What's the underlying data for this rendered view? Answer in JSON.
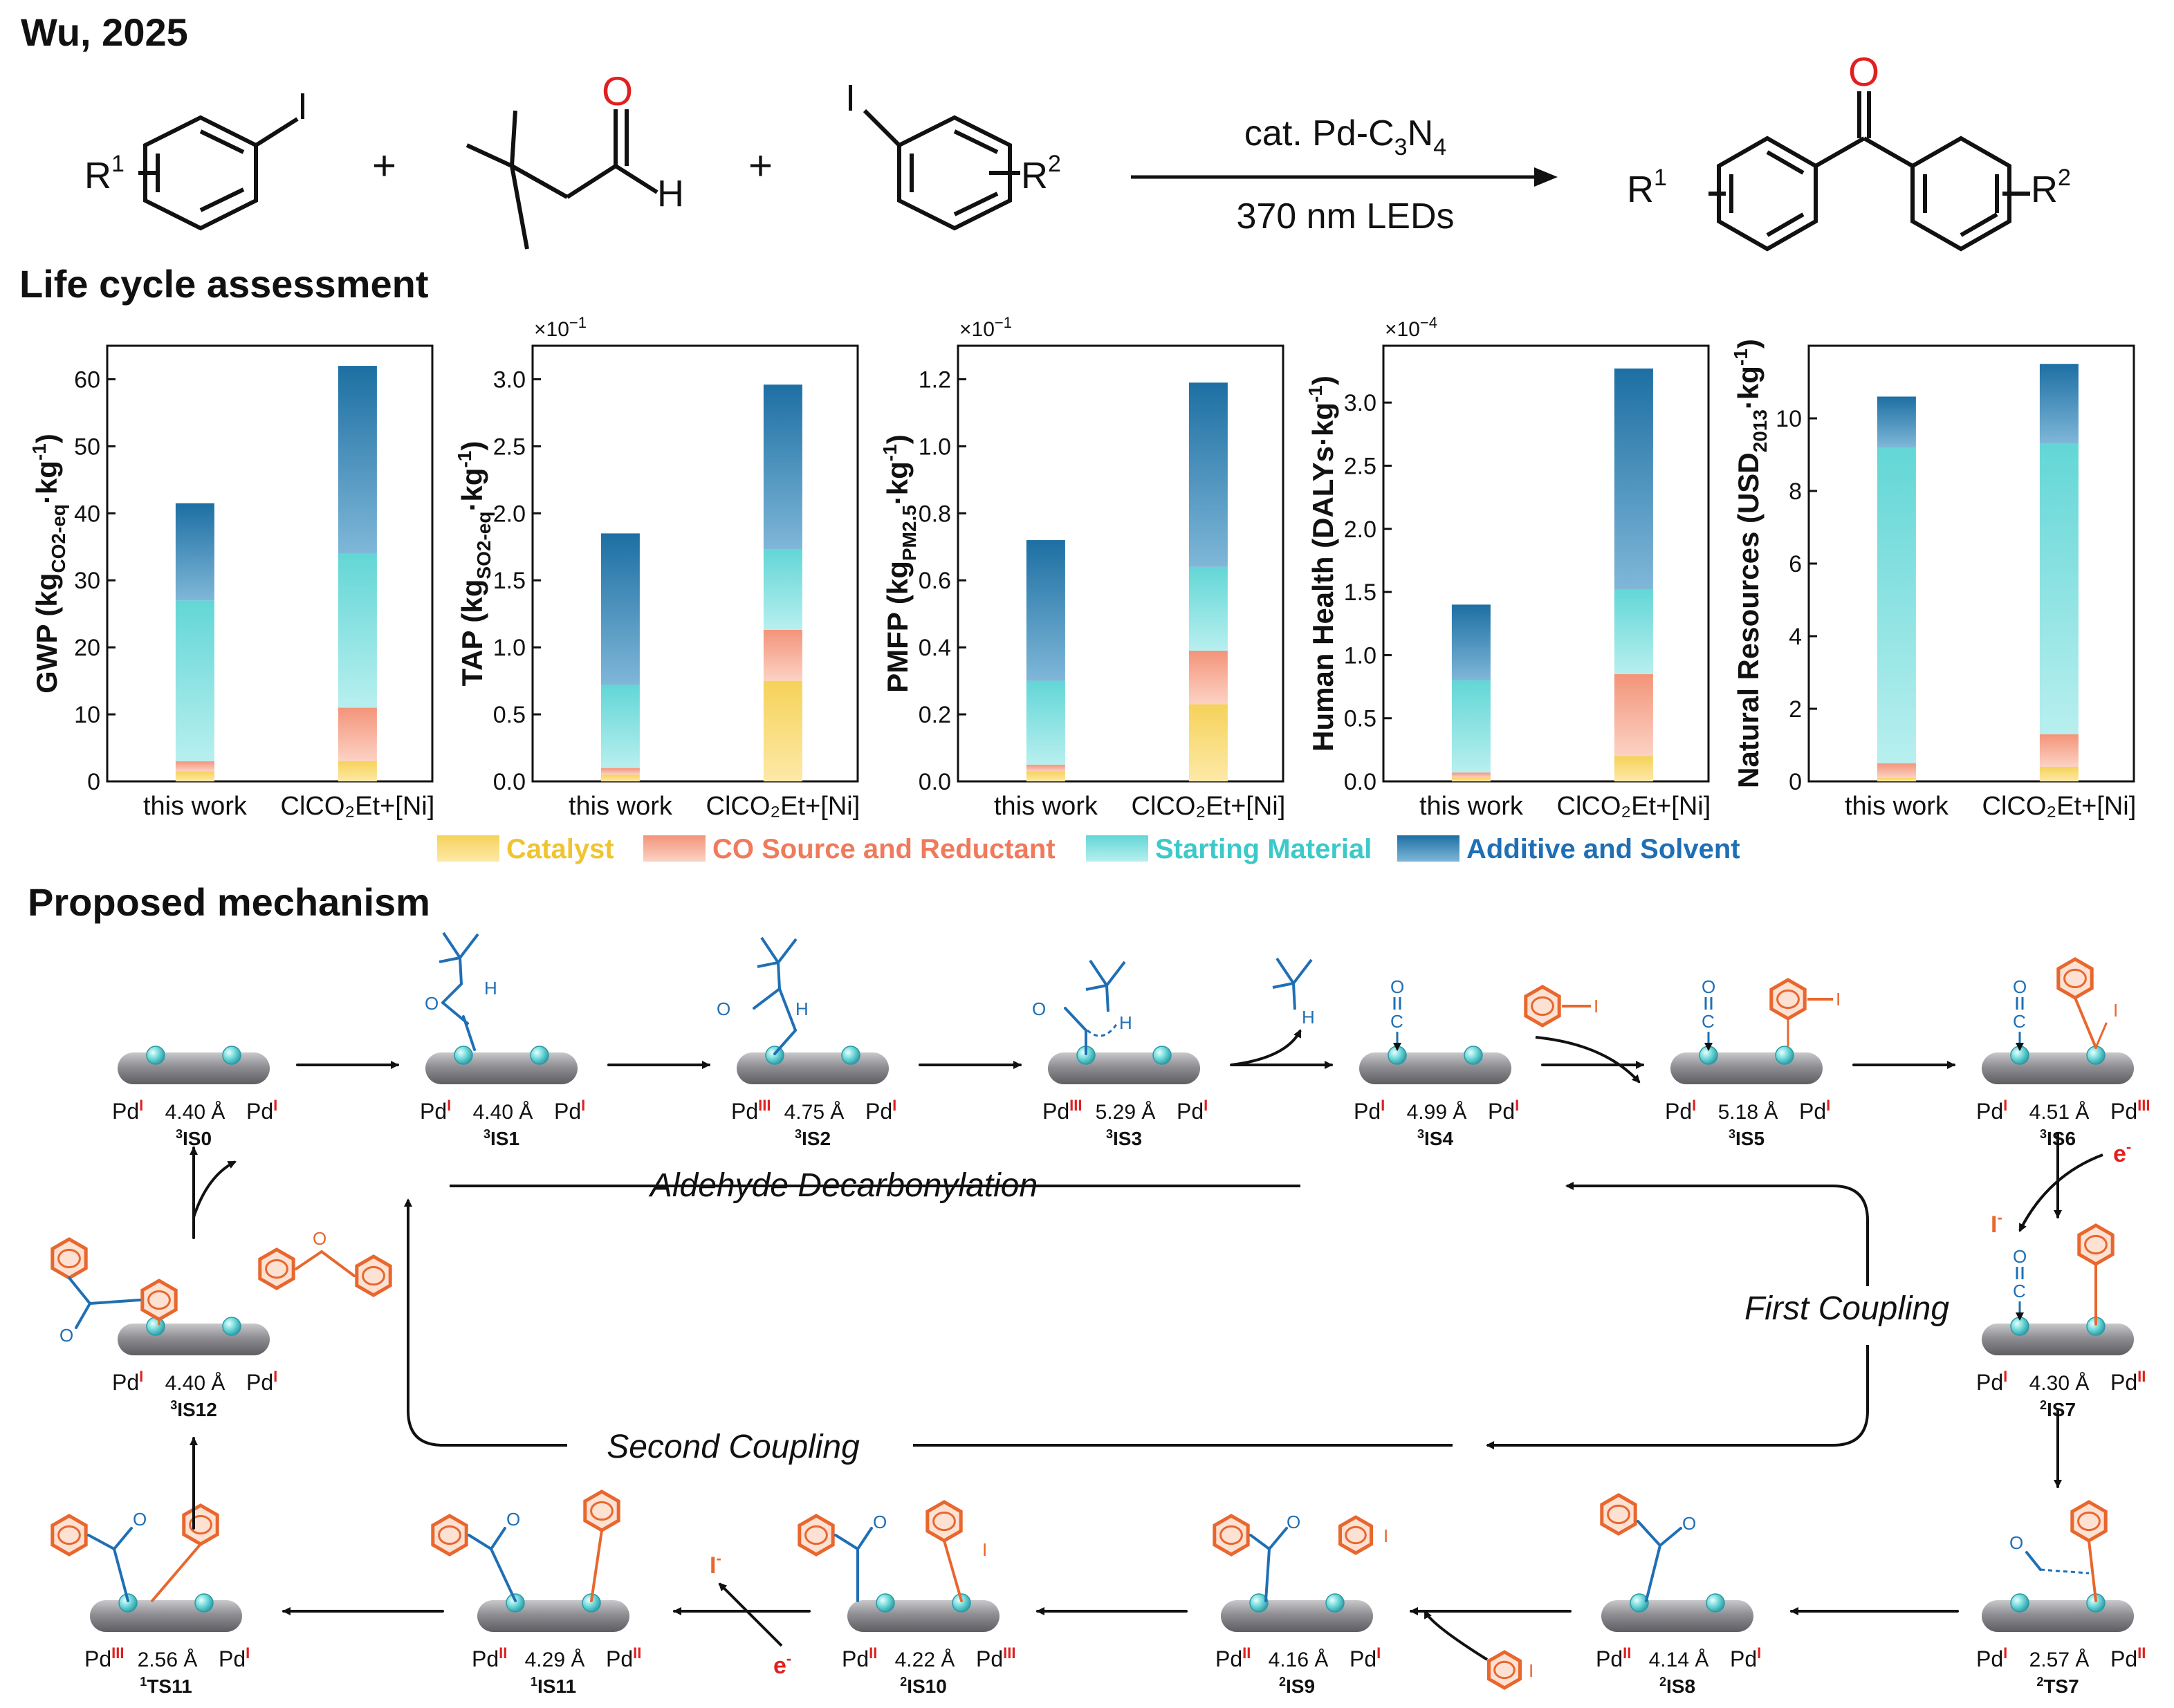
{
  "header": {
    "citation": "Wu, 2025"
  },
  "reaction": {
    "r1": "R",
    "r1_sup": "1",
    "r2": "R",
    "r2_sup": "2",
    "iodo": "I",
    "plus": "+",
    "aldehyde_O": "O",
    "aldehyde_H": "H",
    "product_O": "O",
    "catalyst": "cat. Pd-C",
    "catalyst_sub1": "3",
    "catalyst_mid": "N",
    "catalyst_sub2": "4",
    "light": "370 nm LEDs"
  },
  "lca": {
    "title": "Life cycle assessment",
    "categories": [
      "this work",
      "ClCO₂Et+[Ni]"
    ],
    "legend": [
      {
        "name": "Catalyst",
        "color": "#f6d25a"
      },
      {
        "name": "CO Source and Reductant",
        "color": "#f3947a"
      },
      {
        "name": "Starting Material",
        "color": "#63d6d6"
      },
      {
        "name": "Additive and Solvent",
        "color": "#2b7fb0"
      }
    ]
  },
  "chart_data": [
    {
      "type": "bar",
      "stacked": true,
      "ylabel": "GWP (kg",
      "ylabel_sub": "CO2-eq",
      "ylabel_tail": "·kg",
      "ylabel_sup": "-1",
      "ylabel_end": ")",
      "multiplier": "",
      "ylim": [
        0,
        65
      ],
      "yticks": [
        0,
        10,
        20,
        30,
        40,
        50,
        60
      ],
      "categories": [
        "this work",
        "ClCO₂Et+[Ni]"
      ],
      "series": [
        {
          "name": "Catalyst",
          "values": [
            1.5,
            3.0
          ]
        },
        {
          "name": "CO Source and Reductant",
          "values": [
            1.5,
            8.0
          ]
        },
        {
          "name": "Starting Material",
          "values": [
            24.0,
            23.0
          ]
        },
        {
          "name": "Additive and Solvent",
          "values": [
            14.5,
            28.0
          ]
        }
      ]
    },
    {
      "type": "bar",
      "stacked": true,
      "ylabel": "TAP (kg",
      "ylabel_sub": "SO2-eq",
      "ylabel_tail": "·kg",
      "ylabel_sup": "-1",
      "ylabel_end": ")",
      "multiplier": "×10",
      "multiplier_sup": "−1",
      "ylim": [
        0,
        3.25
      ],
      "yticks": [
        0.0,
        0.5,
        1.0,
        1.5,
        2.0,
        2.5,
        3.0
      ],
      "categories": [
        "this work",
        "ClCO₂Et+[Ni]"
      ],
      "series": [
        {
          "name": "Catalyst",
          "values": [
            0.05,
            0.75
          ]
        },
        {
          "name": "CO Source and Reductant",
          "values": [
            0.05,
            0.38
          ]
        },
        {
          "name": "Starting Material",
          "values": [
            0.62,
            0.6
          ]
        },
        {
          "name": "Additive and Solvent",
          "values": [
            1.13,
            1.23
          ]
        }
      ]
    },
    {
      "type": "bar",
      "stacked": true,
      "ylabel": "PMFP (kg",
      "ylabel_sub": "PM2.5",
      "ylabel_tail": "·kg",
      "ylabel_sup": "-1",
      "ylabel_end": ")",
      "multiplier": "×10",
      "multiplier_sup": "−1",
      "ylim": [
        0,
        1.3
      ],
      "yticks": [
        0.0,
        0.2,
        0.4,
        0.6,
        0.8,
        1.0,
        1.2
      ],
      "categories": [
        "this work",
        "ClCO₂Et+[Ni]"
      ],
      "series": [
        {
          "name": "Catalyst",
          "values": [
            0.03,
            0.23
          ]
        },
        {
          "name": "CO Source and Reductant",
          "values": [
            0.02,
            0.16
          ]
        },
        {
          "name": "Starting Material",
          "values": [
            0.25,
            0.25
          ]
        },
        {
          "name": "Additive and Solvent",
          "values": [
            0.42,
            0.55
          ]
        }
      ]
    },
    {
      "type": "bar",
      "stacked": true,
      "ylabel": "Human Health (DALYs·kg",
      "ylabel_sub": "",
      "ylabel_tail": "",
      "ylabel_sup": "-1",
      "ylabel_end": ")",
      "multiplier": "×10",
      "multiplier_sup": "−4",
      "ylim": [
        0,
        3.45
      ],
      "yticks": [
        0.0,
        0.5,
        1.0,
        1.5,
        2.0,
        2.5,
        3.0
      ],
      "categories": [
        "this work",
        "ClCO₂Et+[Ni]"
      ],
      "series": [
        {
          "name": "Catalyst",
          "values": [
            0.03,
            0.2
          ]
        },
        {
          "name": "CO Source and Reductant",
          "values": [
            0.04,
            0.65
          ]
        },
        {
          "name": "Starting Material",
          "values": [
            0.73,
            0.67
          ]
        },
        {
          "name": "Additive and Solvent",
          "values": [
            0.6,
            1.75
          ]
        }
      ]
    },
    {
      "type": "bar",
      "stacked": true,
      "ylabel": "Natural Resources (USD",
      "ylabel_sub": "2013",
      "ylabel_tail": "·kg",
      "ylabel_sup": "-1",
      "ylabel_end": ")",
      "multiplier": "",
      "ylim": [
        0,
        12
      ],
      "yticks": [
        0,
        2,
        4,
        6,
        8,
        10
      ],
      "categories": [
        "this work",
        "ClCO₂Et+[Ni]"
      ],
      "series": [
        {
          "name": "Catalyst",
          "values": [
            0.1,
            0.4
          ]
        },
        {
          "name": "CO Source and Reductant",
          "values": [
            0.4,
            0.9
          ]
        },
        {
          "name": "Starting Material",
          "values": [
            8.7,
            8.0
          ]
        },
        {
          "name": "Additive and Solvent",
          "values": [
            1.4,
            2.2
          ]
        }
      ]
    }
  ],
  "mechanism": {
    "title": "Proposed mechanism",
    "loop_top": "Aldehyde Decarbonylation",
    "loop_right": "First Coupling",
    "loop_bottom": "Second Coupling",
    "electron": "e",
    "electron_sup": "-",
    "iodide": "I",
    "iodide_sup": "-",
    "states": [
      {
        "label": "IS0",
        "mult": "3",
        "dist": "4.40 Å",
        "left_ox": "I",
        "right_ox": "I"
      },
      {
        "label": "IS1",
        "mult": "3",
        "dist": "4.40 Å",
        "left_ox": "I",
        "right_ox": "I"
      },
      {
        "label": "IS2",
        "mult": "3",
        "dist": "4.75 Å",
        "left_ox": "III",
        "right_ox": "I"
      },
      {
        "label": "IS3",
        "mult": "3",
        "dist": "5.29 Å",
        "left_ox": "III",
        "right_ox": "I"
      },
      {
        "label": "IS4",
        "mult": "3",
        "dist": "4.99 Å",
        "left_ox": "I",
        "right_ox": "I"
      },
      {
        "label": "IS5",
        "mult": "3",
        "dist": "5.18 Å",
        "left_ox": "I",
        "right_ox": "I"
      },
      {
        "label": "IS6",
        "mult": "3",
        "dist": "4.51 Å",
        "left_ox": "I",
        "right_ox": "III"
      },
      {
        "label": "IS7",
        "mult": "2",
        "dist": "4.30 Å",
        "left_ox": "I",
        "right_ox": "II"
      },
      {
        "label": "TS7",
        "mult": "2",
        "dist": "2.57 Å",
        "left_ox": "I",
        "right_ox": "II"
      },
      {
        "label": "IS8",
        "mult": "2",
        "dist": "4.14 Å",
        "left_ox": "II",
        "right_ox": "I"
      },
      {
        "label": "IS9",
        "mult": "2",
        "dist": "4.16 Å",
        "left_ox": "II",
        "right_ox": "I"
      },
      {
        "label": "IS10",
        "mult": "2",
        "dist": "4.22 Å",
        "left_ox": "II",
        "right_ox": "III"
      },
      {
        "label": "IS11",
        "mult": "1",
        "dist": "4.29 Å",
        "left_ox": "II",
        "right_ox": "II"
      },
      {
        "label": "TS11",
        "mult": "1",
        "dist": "2.56 Å",
        "left_ox": "III",
        "right_ox": "I"
      },
      {
        "label": "IS12",
        "mult": "3",
        "dist": "4.40 Å",
        "left_ox": "I",
        "right_ox": "I"
      }
    ],
    "metal": "Pd",
    "ox_color": "#e02020",
    "co_color": "#1f6fb5",
    "aryl_color": "#e8672e"
  }
}
